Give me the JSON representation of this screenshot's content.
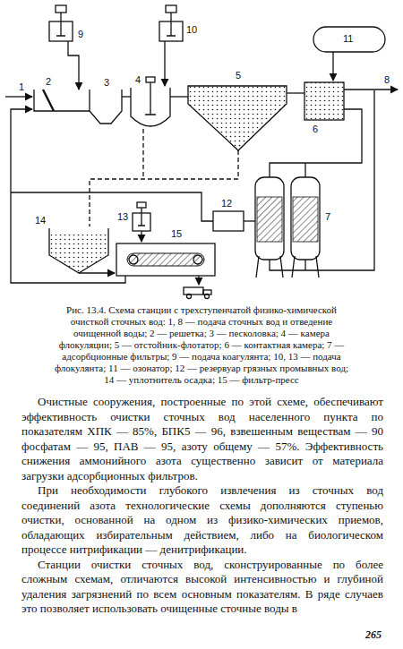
{
  "diagram": {
    "caption": "Рис. 13.4. Схема станции с трехступенчатой физико-химической очисткой сточных вод: 1, 8 — подача сточных вод и отведение очищенной воды; 2 — решетка; 3 — песколовка; 4 — камера флокуляции; 5 — отстойник-флотатор; 6 — контактная камера; 7 — адсорбционные фильтры; 9 — подача коагулянта; 10, 13 — подача флокулянта; 11 — озонатор; 12 — резервуар грязных промывных вод; 14 — уплотнитель осадка; 15 — фильтр-пресс",
    "labels": [
      "1",
      "2",
      "9",
      "10",
      "3",
      "4",
      "5",
      "6",
      "11",
      "8",
      "7",
      "12",
      "14",
      "13",
      "15",
      "Очистные сооружения, построенные по этой схеме, обеспечивают эффективность очистки сточных вод населенного пункта по показателям ХПК — 85%, БПК5 — 96, взвешенным веществам — 90 фосфатам — 95, ПАВ — 95, азоту общему — 57%. Эффективность снижения аммонийного азота существенно зависит от материала загрузки адсорбционных фильтров.",
      "При необходимости глубокого извлечения из сточных вод соединений азота технологические схемы дополняются ступенью очистки, основанной на одном из физико-химических приемов, обладающих избирательным действием, либо на биологическом процессе нитрификации — денитрификации.",
      "Станции очистки сточных вод, сконструированные по более сложным схемам, отличаются высокой интенсивностью и глубиной удаления загрязнений по всем основным показателям. В ряде случаев это позволяет использовать очищенные сточные воды в",
      "265"
    ]
  }
}
